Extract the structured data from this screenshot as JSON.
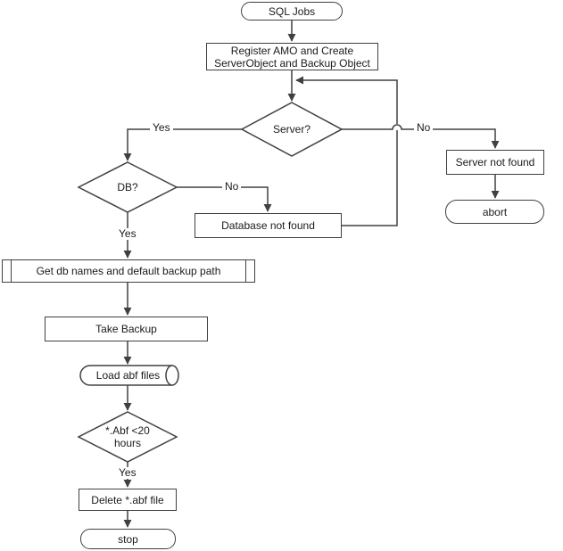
{
  "diagram": {
    "type": "flowchart",
    "colors": {
      "line": "#404040",
      "text": "#1a1a1a",
      "background": "#ffffff"
    },
    "nodes": {
      "start": {
        "label": "SQL Jobs",
        "shape": "terminator"
      },
      "register": {
        "label": "Register AMO and Create ServerObject and Backup Object",
        "shape": "process"
      },
      "server_decision": {
        "label": "Server?",
        "shape": "decision"
      },
      "server_not_found": {
        "label": "Server not found",
        "shape": "process"
      },
      "abort": {
        "label": "abort",
        "shape": "terminator"
      },
      "db_decision": {
        "label": "DB?",
        "shape": "decision"
      },
      "database_not_found": {
        "label": "Database not found",
        "shape": "process"
      },
      "get_db_names": {
        "label": "Get db names and default backup path",
        "shape": "predefined-process"
      },
      "take_backup": {
        "label": "Take Backup",
        "shape": "process"
      },
      "load_abf": {
        "label": "Load abf files",
        "shape": "direct-data"
      },
      "abf_decision": {
        "label": "*.Abf <20 hours",
        "shape": "decision"
      },
      "delete_abf": {
        "label": "Delete *.abf file",
        "shape": "process"
      },
      "stop": {
        "label": "stop",
        "shape": "terminator"
      }
    },
    "edges": [
      {
        "from": "start",
        "to": "register"
      },
      {
        "from": "register",
        "to": "server_decision"
      },
      {
        "from": "server_decision",
        "to": "db_decision",
        "label": "Yes"
      },
      {
        "from": "server_decision",
        "to": "server_not_found",
        "label": "No"
      },
      {
        "from": "server_not_found",
        "to": "abort"
      },
      {
        "from": "db_decision",
        "to": "database_not_found",
        "label": "No"
      },
      {
        "from": "database_not_found",
        "to": "server_decision"
      },
      {
        "from": "db_decision",
        "to": "get_db_names",
        "label": "Yes"
      },
      {
        "from": "get_db_names",
        "to": "take_backup"
      },
      {
        "from": "take_backup",
        "to": "load_abf"
      },
      {
        "from": "load_abf",
        "to": "abf_decision"
      },
      {
        "from": "abf_decision",
        "to": "delete_abf",
        "label": "Yes"
      },
      {
        "from": "delete_abf",
        "to": "stop"
      }
    ]
  }
}
